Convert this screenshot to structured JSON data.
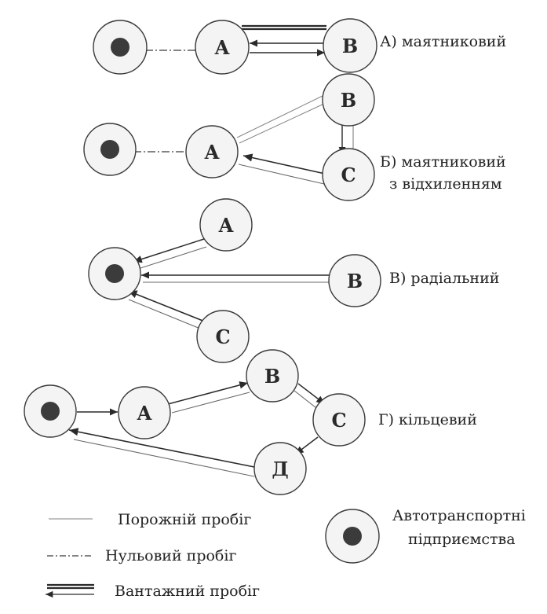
{
  "schemes": {
    "a": {
      "label": "А) маятниковий",
      "nodes": {
        "A": "А",
        "B": "В"
      }
    },
    "b": {
      "label_line1": "Б) маятниковий",
      "label_line2": "з відхиленням",
      "nodes": {
        "A": "А",
        "B": "В",
        "C": "С"
      }
    },
    "v": {
      "label": "В) радіальний",
      "nodes": {
        "A": "А",
        "B": "В",
        "C": "С"
      }
    },
    "g": {
      "label": "Г) кільцевий",
      "nodes": {
        "A": "А",
        "B": "В",
        "C": "С",
        "D": "Д"
      }
    }
  },
  "legend": {
    "empty_run": "Порожній пробіг",
    "zero_run": "Нульовий пробіг",
    "loaded_run": "Вантажний пробіг",
    "depot_line1": "Автотранспортні",
    "depot_line2": "підприємства"
  },
  "colors": {
    "line": "#3a3a3a",
    "light_line": "#9a9a9a",
    "depot_fill": "#3b3b3b",
    "node_fill": "#f4f4f4"
  }
}
